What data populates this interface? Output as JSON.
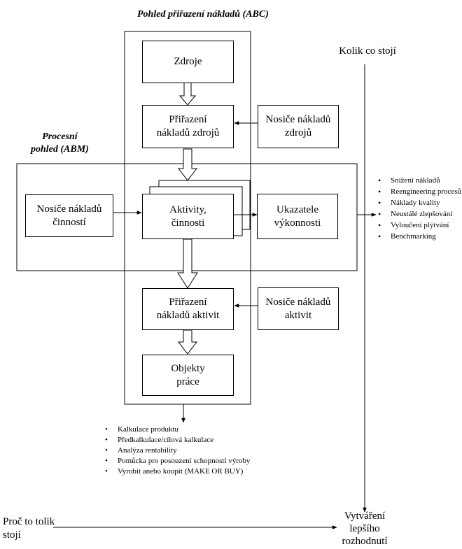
{
  "titles": {
    "abc": "Pohled přiřazení nákladů (ABC)",
    "abm_line1": "Procesní",
    "abm_line2": "pohled (ABM)"
  },
  "boxes": {
    "resources": [
      "Zdroje"
    ],
    "resource_cost_assignment": [
      "Přiřazení",
      "nákladů zdrojů"
    ],
    "resource_drivers": [
      "Nosiče nákladů",
      "zdrojů"
    ],
    "activity_drivers_left": [
      "Nosiče nákladů",
      "činností"
    ],
    "activities": [
      "Aktivity,",
      "činnosti"
    ],
    "performance_indicators": [
      "Ukazatele",
      "výkonnosti"
    ],
    "activity_cost_assignment": [
      "Přiřazení",
      "nákladů aktivit"
    ],
    "activity_drivers": [
      "Nosiče nákladů",
      "aktivit"
    ],
    "cost_objects": [
      "Objekty",
      "práce"
    ]
  },
  "labels": {
    "how_much": "Kolik co stojí",
    "why_cost": [
      "Proč to tolik",
      "stojí"
    ],
    "better_decision": [
      "Vytváření",
      "lepšího",
      "rozhodnutí"
    ]
  },
  "abm_benefits": [
    "Snížení nákladů",
    "Reengineering procesů",
    "Náklady kvality",
    "Neustálé zlepšování",
    "Vyloučení plýtvání",
    "Benchmarking"
  ],
  "abc_uses": [
    "Kalkulace produktu",
    "Předkalkulace/cílová kalkulace",
    "Analýza rentability",
    "Pomůcka pro posouzení schopnosti výroby",
    "Vyrobit anebo koupit (MAKE OR BUY)"
  ]
}
